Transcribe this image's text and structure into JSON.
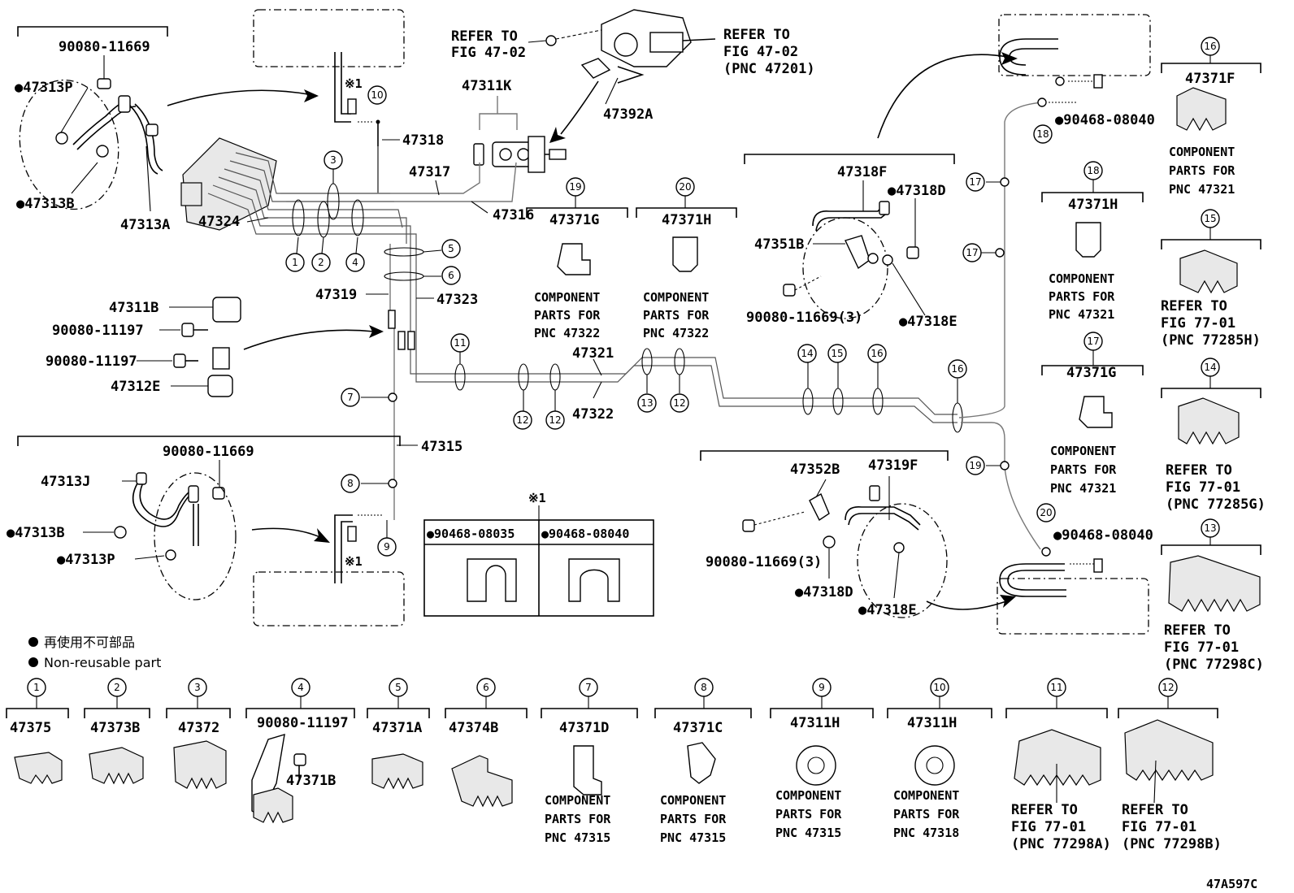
{
  "diagram_code": "47A597C",
  "legend": {
    "bullet": "●",
    "japanese": "再使用不可部品",
    "english": "Non-reusable part"
  },
  "refs": {
    "fig_47_02_a": [
      "REFER TO",
      "FIG 47-02"
    ],
    "fig_47_02_b": [
      "REFER TO",
      "FIG 47-02",
      "(PNC 47201)"
    ]
  },
  "top_left": {
    "bolt": "90080-11669",
    "p": "●47313P",
    "b": "●47313B",
    "hose": "47313A"
  },
  "mid_left": {
    "p47311b": "47311B",
    "bolt1": "90080-11197",
    "bolt2": "90080-11197",
    "p47312e": "47312E"
  },
  "bottom_left": {
    "bolt": "90080-11669",
    "hose": "47313J",
    "b": "●47313B",
    "p": "●47313P"
  },
  "lines": {
    "l47318": "47318",
    "l47317": "47317",
    "l47324": "47324",
    "l47316": "47316",
    "l47319": "47319",
    "l47323": "47323",
    "l47321": "47321",
    "l47322": "47322",
    "l47315": "47315",
    "l47311k": "47311K",
    "l47392a": "47392A"
  },
  "mark_note": "※1",
  "clip_table": {
    "mark": "※1",
    "left": "●90468-08035",
    "right": "●90468-08040"
  },
  "upper_clips": {
    "c19": {
      "num": "19",
      "part": "47371G",
      "text": [
        "COMPONENT",
        "PARTS FOR",
        "PNC 47322"
      ]
    },
    "c20": {
      "num": "20",
      "part": "47371H",
      "text": [
        "COMPONENT",
        "PARTS FOR",
        "PNC 47322"
      ]
    }
  },
  "right_hose_top": {
    "part": "47318F",
    "d": "●47318D",
    "b": "47351B",
    "e": "●47318E",
    "bolt": "90080-11669(3)"
  },
  "right_hose_bottom": {
    "b": "47352B",
    "f": "47319F",
    "bolt": "90080-11669(3)",
    "d": "●47318D",
    "e": "●47318E"
  },
  "right_clips": {
    "clip1": "●90468-08040",
    "clip2": "●90468-08040"
  },
  "col_a": {
    "c18": {
      "num": "18",
      "part": "47371H",
      "text": [
        "COMPONENT",
        "PARTS FOR",
        "PNC 47321"
      ]
    },
    "c17": {
      "num": "17",
      "part": "47371G",
      "text": [
        "COMPONENT",
        "PARTS FOR",
        "PNC 47321"
      ]
    }
  },
  "col_b": {
    "c16": {
      "num": "16",
      "part": "47371F",
      "text": [
        "COMPONENT",
        "PARTS FOR",
        "PNC 47321"
      ]
    },
    "c15": {
      "num": "15",
      "text": [
        "REFER TO",
        "FIG 77-01",
        "(PNC 77285H)"
      ]
    },
    "c14": {
      "num": "14",
      "text": [
        "REFER TO",
        "FIG 77-01",
        "(PNC 77285G)"
      ]
    },
    "c13": {
      "num": "13",
      "text": [
        "REFER TO",
        "FIG 77-01",
        "(PNC 77298C)"
      ]
    }
  },
  "bottom_row": [
    {
      "num": "1",
      "part": "47375",
      "text": []
    },
    {
      "num": "2",
      "part": "47373B",
      "text": []
    },
    {
      "num": "3",
      "part": "47372",
      "text": []
    },
    {
      "num": "4",
      "part": "90080-11197",
      "sub": "47371B",
      "text": []
    },
    {
      "num": "5",
      "part": "47371A",
      "text": []
    },
    {
      "num": "6",
      "part": "47374B",
      "text": []
    },
    {
      "num": "7",
      "part": "47371D",
      "text": [
        "COMPONENT",
        "PARTS FOR",
        "PNC 47315"
      ]
    },
    {
      "num": "8",
      "part": "47371C",
      "text": [
        "COMPONENT",
        "PARTS FOR",
        "PNC 47315"
      ]
    },
    {
      "num": "9",
      "part": "47311H",
      "text": [
        "COMPONENT",
        "PARTS FOR",
        "PNC 47315"
      ]
    },
    {
      "num": "10",
      "part": "47311H",
      "text": [
        "COMPONENT",
        "PARTS FOR",
        "PNC 47318"
      ]
    },
    {
      "num": "11",
      "part": "",
      "text": [
        "REFER TO",
        "FIG 77-01",
        "(PNC 77298A)"
      ]
    },
    {
      "num": "12",
      "part": "",
      "text": [
        "REFER TO",
        "FIG 77-01",
        "(PNC 77298B)"
      ]
    }
  ],
  "callouts": [
    "1",
    "2",
    "3",
    "4",
    "5",
    "6",
    "7",
    "8",
    "9",
    "10",
    "11",
    "12",
    "12",
    "12",
    "13",
    "14",
    "15",
    "16",
    "16",
    "17",
    "17",
    "18",
    "19",
    "20"
  ]
}
